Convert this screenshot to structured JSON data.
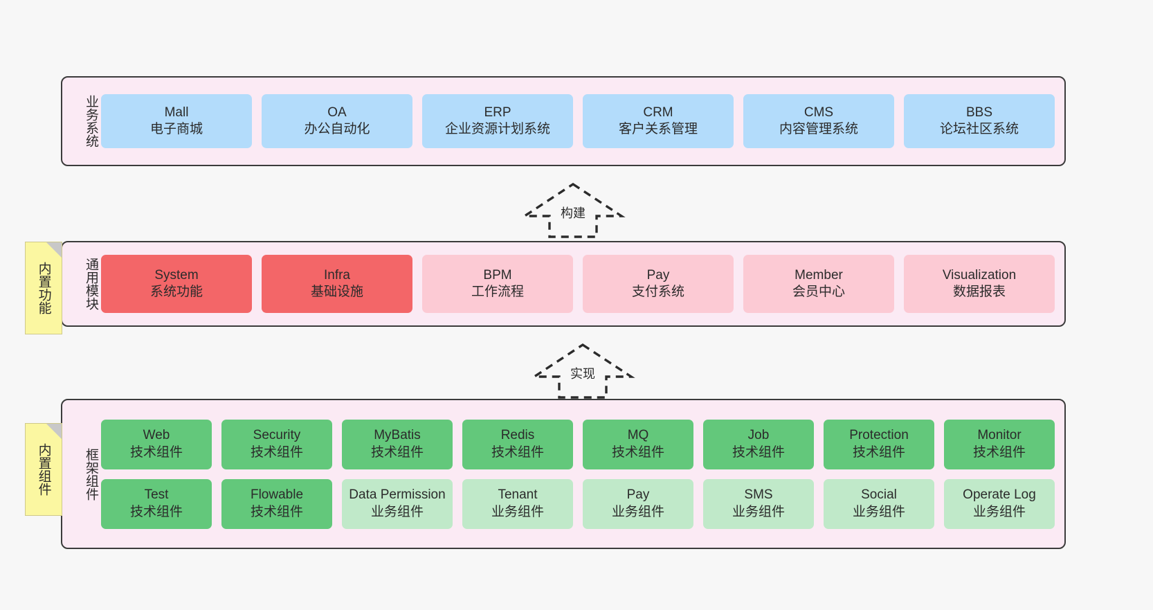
{
  "diagram": {
    "title_note_builtin_function": "内置功能",
    "title_note_builtin_component": "内置组件",
    "bands": {
      "business": {
        "label": "业务系统",
        "items": [
          {
            "en": "Mall",
            "cn": "电子商城"
          },
          {
            "en": "OA",
            "cn": "办公自动化"
          },
          {
            "en": "ERP",
            "cn": "企业资源计划系统"
          },
          {
            "en": "CRM",
            "cn": "客户关系管理"
          },
          {
            "en": "CMS",
            "cn": "内容管理系统"
          },
          {
            "en": "BBS",
            "cn": "论坛社区系统"
          }
        ]
      },
      "modules": {
        "label": "通用模块",
        "items": [
          {
            "en": "System",
            "cn": "系统功能",
            "tone": "red"
          },
          {
            "en": "Infra",
            "cn": "基础设施",
            "tone": "red"
          },
          {
            "en": "BPM",
            "cn": "工作流程",
            "tone": "pink"
          },
          {
            "en": "Pay",
            "cn": "支付系统",
            "tone": "pink"
          },
          {
            "en": "Member",
            "cn": "会员中心",
            "tone": "pink"
          },
          {
            "en": "Visualization",
            "cn": "数据报表",
            "tone": "pink"
          }
        ]
      },
      "framework": {
        "label": "框架组件",
        "row1": [
          {
            "en": "Web",
            "cn": "技术组件",
            "tone": "green"
          },
          {
            "en": "Security",
            "cn": "技术组件",
            "tone": "green"
          },
          {
            "en": "MyBatis",
            "cn": "技术组件",
            "tone": "green"
          },
          {
            "en": "Redis",
            "cn": "技术组件",
            "tone": "green"
          },
          {
            "en": "MQ",
            "cn": "技术组件",
            "tone": "green"
          },
          {
            "en": "Job",
            "cn": "技术组件",
            "tone": "green"
          },
          {
            "en": "Protection",
            "cn": "技术组件",
            "tone": "green"
          },
          {
            "en": "Monitor",
            "cn": "技术组件",
            "tone": "green"
          }
        ],
        "row2": [
          {
            "en": "Test",
            "cn": "技术组件",
            "tone": "green"
          },
          {
            "en": "Flowable",
            "cn": "技术组件",
            "tone": "green"
          },
          {
            "en": "Data Permission",
            "cn": "业务组件",
            "tone": "lgreen"
          },
          {
            "en": "Tenant",
            "cn": "业务组件",
            "tone": "lgreen"
          },
          {
            "en": "Pay",
            "cn": "业务组件",
            "tone": "lgreen"
          },
          {
            "en": "SMS",
            "cn": "业务组件",
            "tone": "lgreen"
          },
          {
            "en": "Social",
            "cn": "业务组件",
            "tone": "lgreen"
          },
          {
            "en": "Operate Log",
            "cn": "业务组件",
            "tone": "lgreen"
          }
        ]
      }
    },
    "connectors": [
      {
        "label": "构建"
      },
      {
        "label": "实现"
      }
    ],
    "colors": {
      "band_background": "#fbeaf4",
      "band_border": "#3b3b3b",
      "business_card": "#b3dcfb",
      "module_primary": "#f36668",
      "module_secondary": "#fccad4",
      "component_tech": "#63c87b",
      "component_business": "#c0e9c9",
      "note": "#fbf7a1",
      "note_fold": "#c8c8c8",
      "page_background": "#f7f7f7"
    }
  }
}
